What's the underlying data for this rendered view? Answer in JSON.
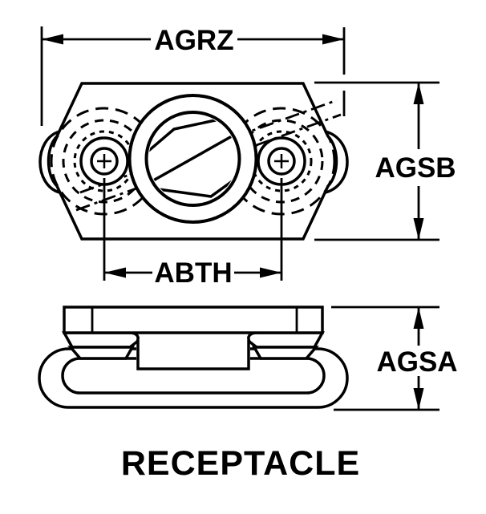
{
  "drawing": {
    "title": "RECEPTACLE",
    "dimensions": {
      "agrz": "AGRZ",
      "agsb": "AGSB",
      "abth": "ABTH",
      "agsa": "AGSA"
    },
    "colors": {
      "line": "#000000",
      "background": "#ffffff"
    }
  }
}
